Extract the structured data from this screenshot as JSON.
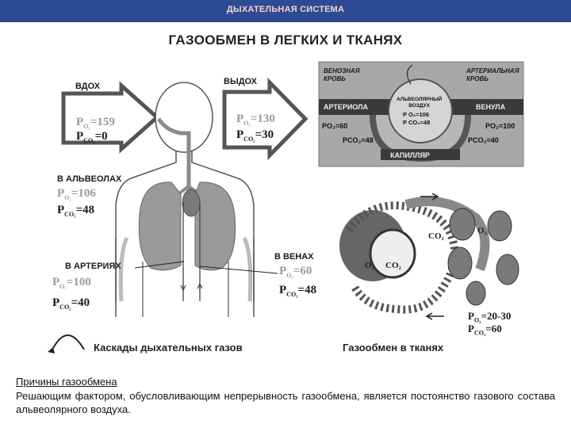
{
  "header": {
    "bar_title": "ДЫХАТЕЛЬНАЯ СИСТЕМА"
  },
  "diagram": {
    "title": "ГАЗООБМЕН В ЛЕГКИХ И ТКАНЯХ",
    "inhale": {
      "label": "ВДОХ",
      "po2_label": "P",
      "po2_sub": "O₂",
      "po2_value": "=159",
      "pco2_label": "P",
      "pco2_sub": "CO₂",
      "pco2_value": "=0"
    },
    "exhale": {
      "label": "ВЫДОХ",
      "po2_label": "P",
      "po2_sub": "O₂",
      "po2_value": "=130",
      "pco2_label": "P",
      "pco2_sub": "CO₂",
      "pco2_value": "=30"
    },
    "alveoli": {
      "label": "В АЛЬВЕОЛАХ",
      "po2_label": "P",
      "po2_sub": "O₂",
      "po2_value": "=106",
      "pco2_label": "P",
      "pco2_sub": "CO₂",
      "pco2_value": "=48"
    },
    "arteries": {
      "label": "В АРТЕРИЯХ",
      "po2_label": "P",
      "po2_sub": "O₂",
      "po2_value": "=100",
      "pco2_label": "P",
      "pco2_sub": "CO₂",
      "pco2_value": "=40"
    },
    "veins": {
      "label": "В ВЕНАХ",
      "po2_label": "P",
      "po2_sub": "O₂",
      "po2_value": "=60",
      "pco2_label": "P",
      "pco2_sub": "CO₂",
      "pco2_value": "=48"
    },
    "inset": {
      "venous_blood": "ВЕНОЗНАЯ\nКРОВЬ",
      "arterial_blood": "АРТЕРИАЛЬНАЯ\nКРОВЬ",
      "arteriole": "АРТЕРИОЛА",
      "venule": "ВЕНУЛА",
      "capillary": "КАПИЛЛЯР",
      "alveolar_air": "АЛЬВЕОЛЯРНЫЙ\nВОЗДУХ",
      "alveolar_po2": "P O₂=106",
      "alveolar_pco2": "P CO₂=48",
      "left_po2": "PO₂=60",
      "left_pco2": "PCO₂=48",
      "right_po2": "PO₂=100",
      "right_pco2": "PCO₂=40"
    },
    "tissue": {
      "co2_top": "CO₂",
      "o2_top": "O₂",
      "o2_left": "O₂",
      "co2_left": "CO₂",
      "po2_label": "P",
      "po2_sub": "O₂",
      "po2_value": "=20-30",
      "pco2_label": "P",
      "pco2_sub": "CO₂",
      "pco2_value": "=60"
    },
    "caption_left": "Каскады дыхательных газов",
    "caption_right": "Газообмен в тканях"
  },
  "text": {
    "heading": "Причины газообмена",
    "paragraph": "Решающим фактором, обусловливающим непрерывность газообмена, является постоянство газового состава альвеолярного воздуха."
  },
  "colors": {
    "header_bar": "#2e4a94",
    "header_text": "#f2d4c8",
    "organ_gray": "#9a9a9a",
    "inset_bg": "#a8a8a8",
    "inset_bar": "#3a3a3a"
  }
}
